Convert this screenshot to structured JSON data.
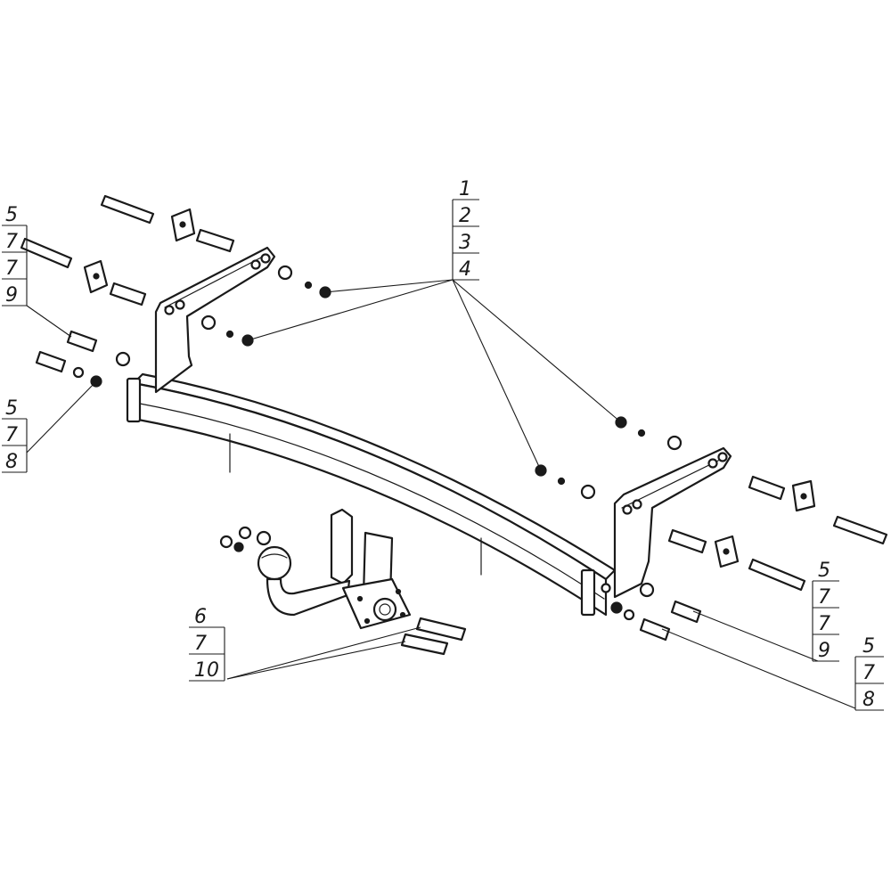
{
  "callouts": [
    {
      "id": "top-center",
      "labels": [
        "1",
        "2",
        "3",
        "4"
      ]
    },
    {
      "id": "left-upper",
      "labels": [
        "5",
        "7",
        "7",
        "9"
      ]
    },
    {
      "id": "left-lower",
      "labels": [
        "5",
        "7",
        "8"
      ]
    },
    {
      "id": "ball-mount",
      "labels": [
        "6",
        "7",
        "10"
      ]
    },
    {
      "id": "right-upper",
      "labels": [
        "5",
        "7",
        "7",
        "9"
      ]
    },
    {
      "id": "right-lower",
      "labels": [
        "5",
        "7",
        "8"
      ]
    }
  ],
  "colors": {
    "line": "#1a1a1a",
    "background": "#ffffff"
  }
}
